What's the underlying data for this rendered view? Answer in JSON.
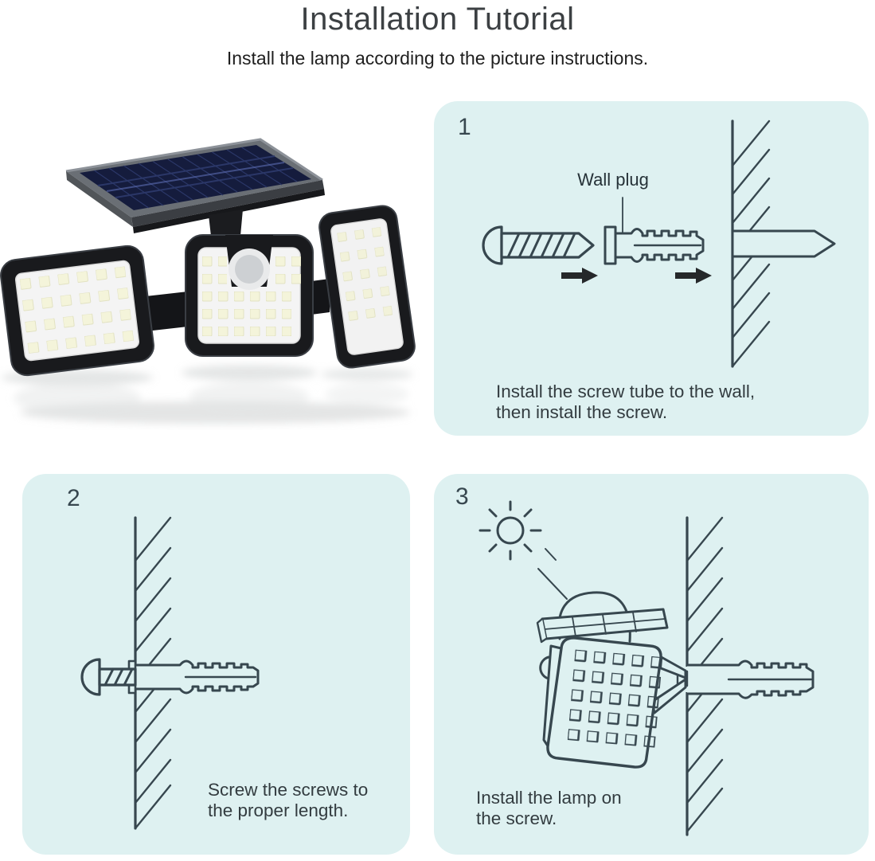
{
  "page": {
    "title": "Installation Tutorial",
    "subtitle": "Install the lamp according to the picture instructions."
  },
  "steps": [
    {
      "number": "1",
      "part_label": "Wall plug",
      "caption": [
        "Install the screw tube to the wall,",
        "then install the screw."
      ]
    },
    {
      "number": "2",
      "caption": [
        "Screw the screws to",
        "the proper length."
      ]
    },
    {
      "number": "3",
      "caption": [
        "Install the lamp on",
        "the screw."
      ]
    }
  ],
  "colors": {
    "panel_bg": "#DEF1F1",
    "line_art": "#37474F",
    "title_text": "#3C4043",
    "body_text": "#333C40",
    "arrow": "#25282A",
    "solar_cells": "#151C3D"
  },
  "icons": {
    "sun": "sun-icon",
    "arrow_right": "arrow-right-icon"
  }
}
